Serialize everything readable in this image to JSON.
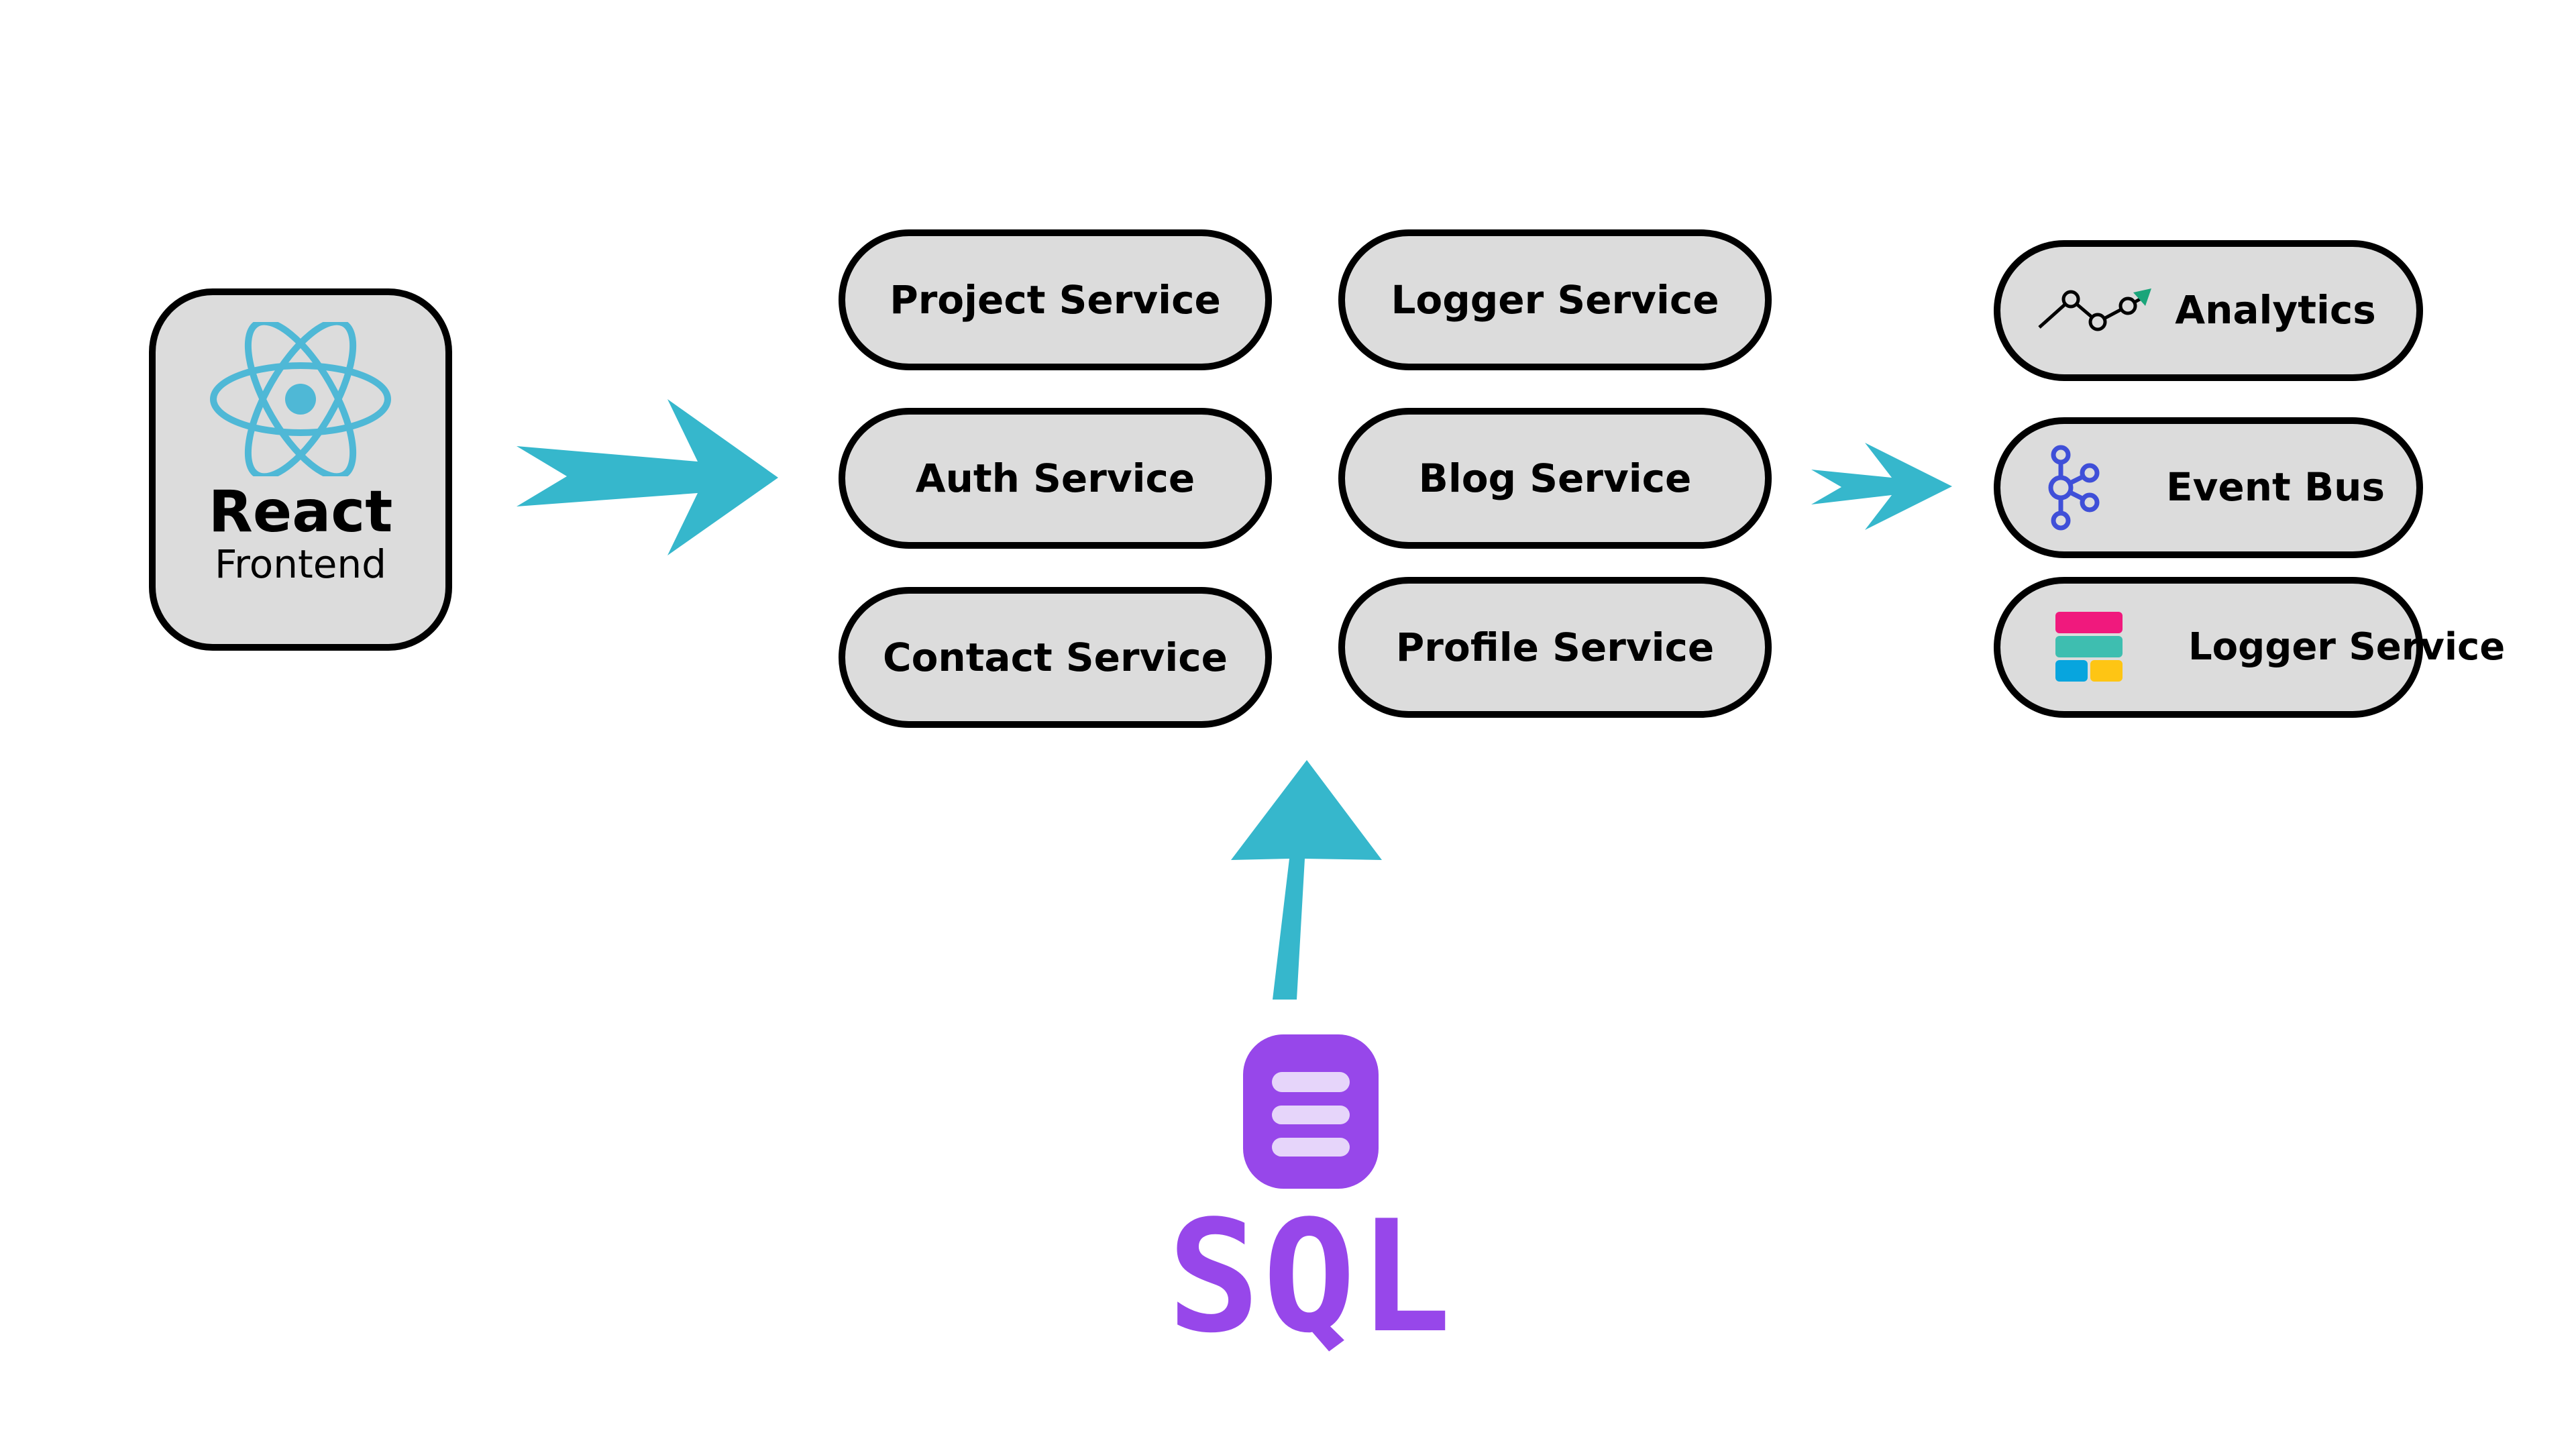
{
  "frontend": {
    "title": "React",
    "subtitle": "Frontend",
    "icon": "react-atom-icon",
    "icon_color": "#4fb8d6"
  },
  "services": {
    "left_column": [
      {
        "label": "Project Service"
      },
      {
        "label": "Auth Service"
      },
      {
        "label": "Contact Service"
      }
    ],
    "right_column": [
      {
        "label": "Logger Service"
      },
      {
        "label": "Blog Service"
      },
      {
        "label": "Profile Service"
      }
    ]
  },
  "external": [
    {
      "label": "Analytics",
      "icon": "analytics-chart-icon"
    },
    {
      "label": "Event Bus",
      "icon": "kafka-icon"
    },
    {
      "label": "Logger Service",
      "icon": "elastic-icon"
    }
  ],
  "database": {
    "label": "SQL",
    "icon": "database-icon",
    "color": "#9747ea"
  },
  "colors": {
    "arrow": "#36b7cc",
    "box_fill": "#dcdcdc",
    "border": "#000000"
  }
}
